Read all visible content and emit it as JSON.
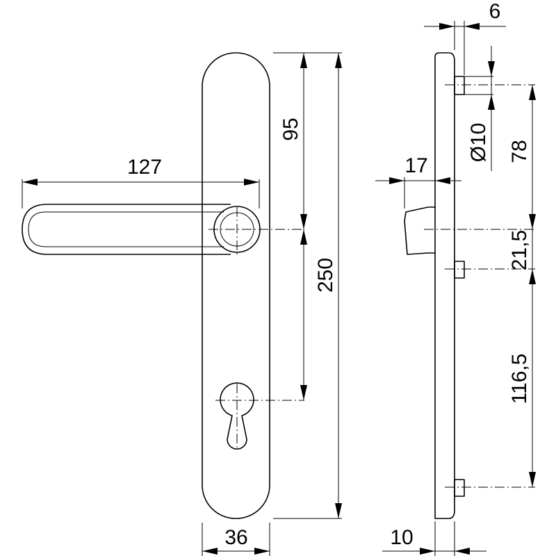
{
  "dimensions": {
    "lever_length": "127",
    "plate_width": "36",
    "plate_length": "250",
    "lever_to_top": "95",
    "plate_depth": "10",
    "lever_projection": "17",
    "stud_length": "6",
    "stud_diameter": "Ø10",
    "stud_to_lever": "78",
    "lever_to_stud": "21,5",
    "stud_to_bottom_stud": "116,5"
  }
}
